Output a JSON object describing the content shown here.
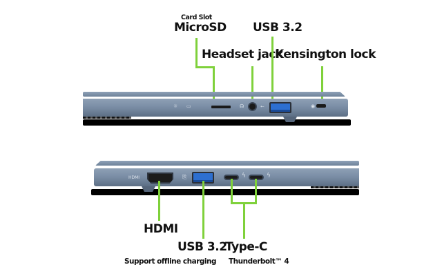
{
  "top_view": {
    "labels": {
      "card_slot_caption": "Card Slot",
      "microsd": "MicroSD",
      "usb": "USB 3.2",
      "headset": "Headset jack",
      "kensington": "Kensington lock"
    },
    "ports": [
      "microsd-slot",
      "headset-jack",
      "usb-a-port",
      "kensington-lock"
    ],
    "icons": {
      "power_led": "☼",
      "battery_led": "▭",
      "usb_symbol": "⭠",
      "headset_symbol": "☊",
      "lock_symbol": "🔒"
    }
  },
  "bottom_view": {
    "labels": {
      "hdmi": "HDMI",
      "usb": "USB 3.2",
      "usb_caption": "Support offline charging",
      "typec": "Type-C",
      "typec_caption": "Thunderbolt™ 4"
    },
    "port_markings": {
      "hdmi_text": "HDMI",
      "usb_mark": "⎘",
      "tb_mark": "ϟ"
    },
    "ports": [
      "hdmi-port",
      "usb-a-port",
      "usb-c-port-1",
      "usb-c-port-2"
    ]
  },
  "colors": {
    "callout_line": "#7fd13b",
    "chassis": "#7b8ea6",
    "usb_blue": "#2d6fd0",
    "text": "#111111",
    "background": "#ffffff"
  }
}
